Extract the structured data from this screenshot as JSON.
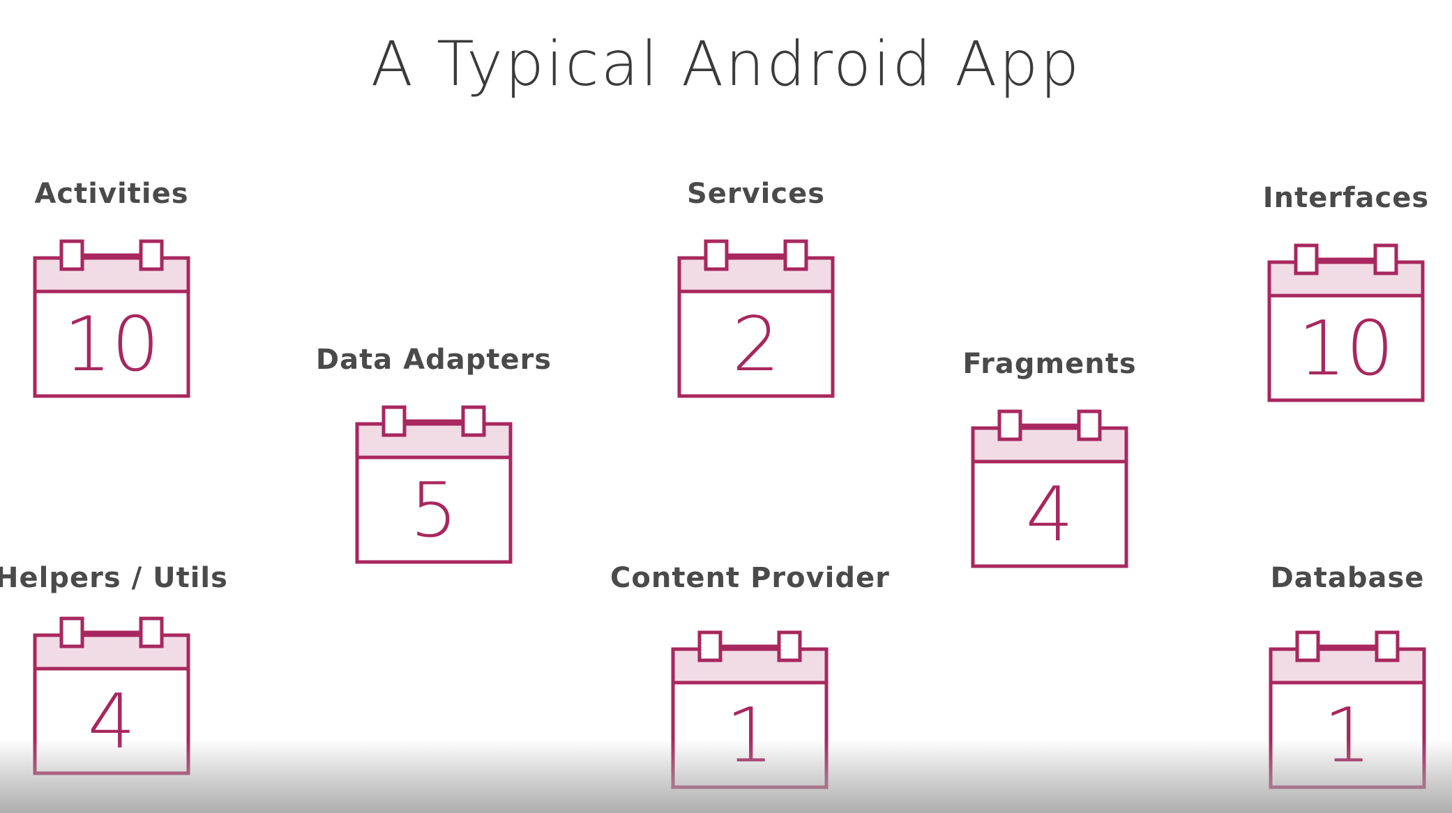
{
  "slide": {
    "title": "A Typical Android App"
  },
  "colors": {
    "accent": "#a8275e",
    "header_fill": "#f1dce6",
    "label_text": "#4a4a4a",
    "title_text": "#3a3a3a"
  },
  "icon": "calendar-icon",
  "components": [
    {
      "label": "Activities",
      "count": "10"
    },
    {
      "label": "Data Adapters",
      "count": "5"
    },
    {
      "label": "Services",
      "count": "2"
    },
    {
      "label": "Fragments",
      "count": "4"
    },
    {
      "label": "Interfaces",
      "count": "10"
    },
    {
      "label": "Helpers / Utils",
      "count": "4"
    },
    {
      "label": "Content Provider",
      "count": "1"
    },
    {
      "label": "Database",
      "count": "1"
    }
  ]
}
